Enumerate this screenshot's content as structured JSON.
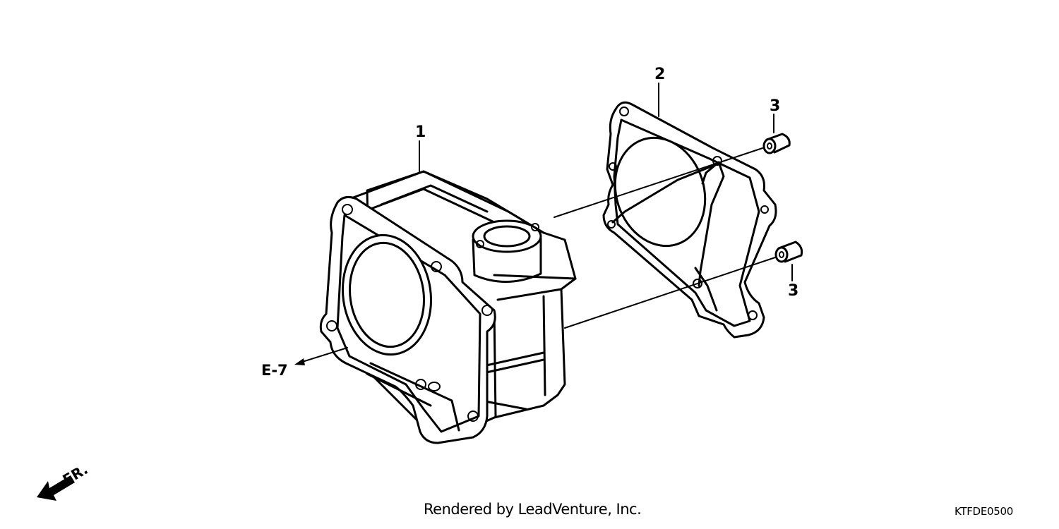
{
  "callouts": {
    "cylinder": "1",
    "gasket": "2",
    "dowel_upper": "3",
    "dowel_lower": "3"
  },
  "reference": "E-7",
  "front_label": "FR.",
  "credit": "Rendered by LeadVenture, Inc.",
  "diagram_code": "KTFDE0500"
}
